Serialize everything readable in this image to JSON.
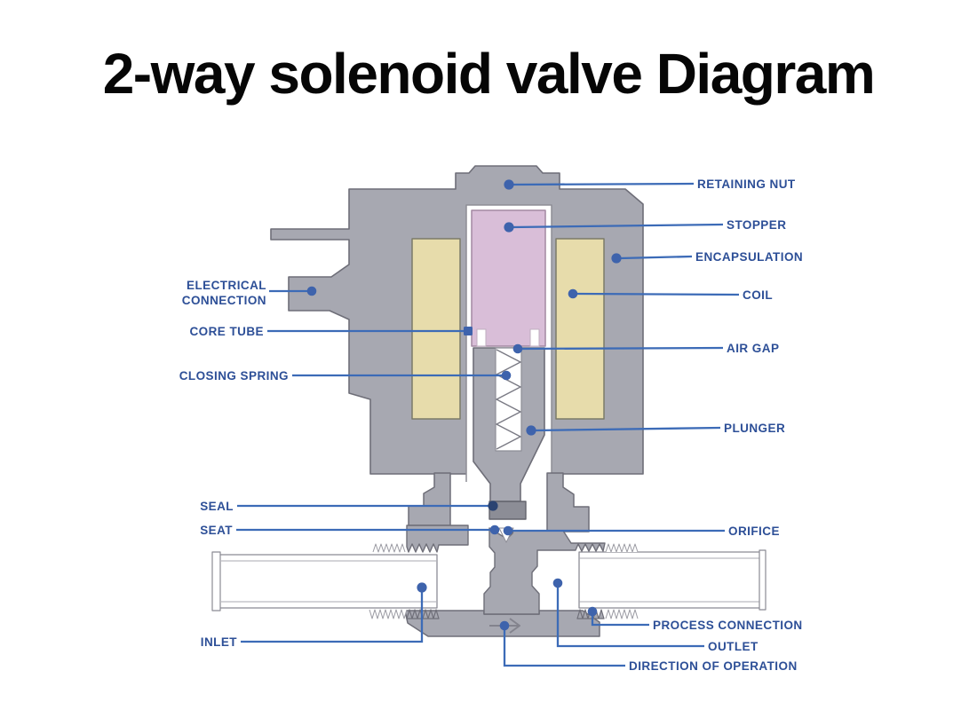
{
  "title": "2-way solenoid valve Diagram",
  "colors": {
    "label_text": "#2d4f97",
    "leader_line": "#3c6bb7",
    "dot": "#3e63ac",
    "dot_dark": "#2b4371",
    "housing_gray": "#a7a8b1",
    "outline_gray": "#6e6e78",
    "coil_tan": "#e7dcab",
    "stopper_pink": "#d9bed8",
    "seal_gray": "#8c8d96",
    "pipe_white": "#ffffff",
    "title_color": "#060606"
  },
  "labels": {
    "left": [
      {
        "id": "electrical-connection",
        "line1": "ELECTRICAL",
        "line2": "CONNECTION"
      },
      {
        "id": "core-tube",
        "text": "CORE TUBE"
      },
      {
        "id": "closing-spring",
        "text": "CLOSING SPRING"
      },
      {
        "id": "seal",
        "text": "SEAL"
      },
      {
        "id": "seat",
        "text": "SEAT"
      },
      {
        "id": "inlet",
        "text": "INLET"
      }
    ],
    "right": [
      {
        "id": "retaining-nut",
        "text": "RETAINING NUT"
      },
      {
        "id": "stopper",
        "text": "STOPPER"
      },
      {
        "id": "encapsulation",
        "text": "ENCAPSULATION"
      },
      {
        "id": "coil",
        "text": "COIL"
      },
      {
        "id": "air-gap",
        "text": "AIR GAP"
      },
      {
        "id": "plunger",
        "text": "PLUNGER"
      },
      {
        "id": "orifice",
        "text": "ORIFICE"
      },
      {
        "id": "process-connection",
        "text": "PROCESS CONNECTION"
      },
      {
        "id": "outlet",
        "text": "OUTLET"
      },
      {
        "id": "direction-of-operation",
        "text": "DIRECTION OF OPERATION"
      }
    ]
  }
}
